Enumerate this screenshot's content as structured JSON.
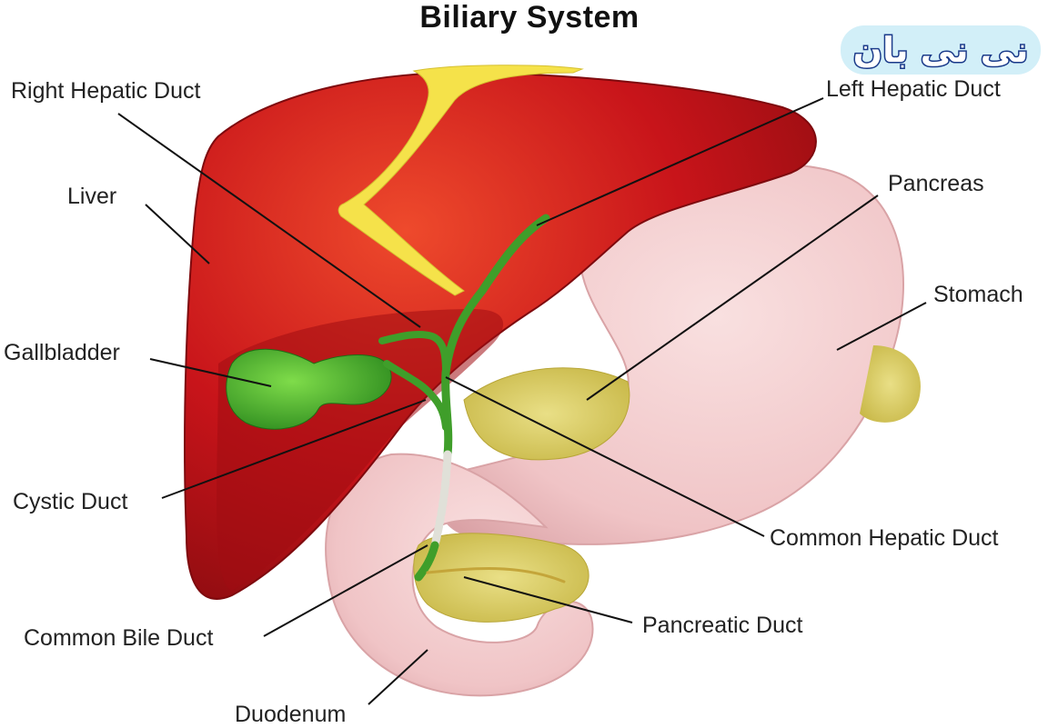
{
  "title": "Biliary System",
  "watermark": {
    "text": "نی نی بان",
    "fill_color": "#ffffff",
    "outline_color": "#1a3a8a",
    "accent_color": "#7fd0ec"
  },
  "labels": {
    "right_hepatic_duct": "Right Hepatic Duct",
    "left_hepatic_duct": "Left Hepatic Duct",
    "liver": "Liver",
    "pancreas": "Pancreas",
    "stomach": "Stomach",
    "gallbladder": "Gallbladder",
    "cystic_duct": "Cystic Duct",
    "common_hepatic_duct": "Common Hepatic Duct",
    "common_bile_duct": "Common Bile Duct",
    "pancreatic_duct": "Pancreatic Duct",
    "duodenum": "Duodenum"
  },
  "colors": {
    "liver": "#c8141a",
    "liver_highlight": "#e8402a",
    "liver_shadow": "#8e0c10",
    "stomach": "#f2c8c8",
    "stomach_shadow": "#d9a3a6",
    "pancreas": "#d9cc5a",
    "gallbladder": "#3aa82a",
    "bile_duct": "#3f9e2a",
    "ligament": "#f5e24a",
    "leader_line": "#111111"
  }
}
